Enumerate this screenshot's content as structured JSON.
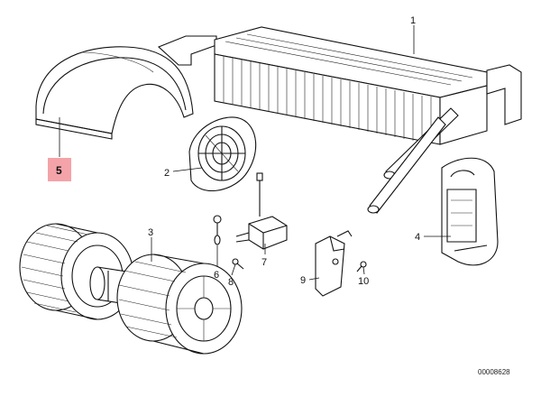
{
  "diagram": {
    "callouts": [
      {
        "id": "part-1",
        "label": "1"
      },
      {
        "id": "part-2",
        "label": "2"
      },
      {
        "id": "part-3",
        "label": "3"
      },
      {
        "id": "part-4",
        "label": "4"
      },
      {
        "id": "part-5",
        "label": "5",
        "highlighted": true
      },
      {
        "id": "part-6",
        "label": "6"
      },
      {
        "id": "part-7",
        "label": "7"
      },
      {
        "id": "part-8",
        "label": "8"
      },
      {
        "id": "part-9",
        "label": "9"
      },
      {
        "id": "part-10",
        "label": "10"
      }
    ],
    "highlight_color": "#f4a3a8",
    "diagram_number": "00008628"
  }
}
